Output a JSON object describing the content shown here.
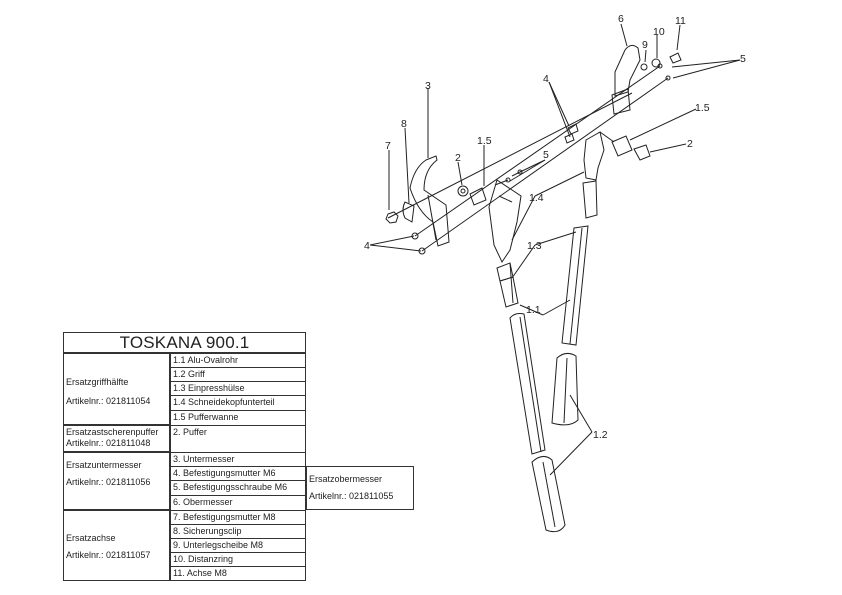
{
  "table": {
    "title": "TOSKANA 900.1",
    "groups": [
      {
        "name": "Ersatzgriffhälfte",
        "article": "Artikelnr.: 021811054"
      },
      {
        "name": "Ersatzastscherenpuffer",
        "article": "Artikelnr.: 021811048"
      },
      {
        "name": "Ersatzuntermesser",
        "article": "Artikelnr.: 021811056"
      },
      {
        "name": "Ersatzachse",
        "article": "Artikelnr.: 021811057"
      },
      {
        "name": "Ersatzobermesser",
        "article": "Artikelnr.: 021811055"
      }
    ],
    "parts": [
      "1.1 Alu-Ovalrohr",
      "1.2 Griff",
      "1.3 Einpresshülse",
      "1.4 Schneidekopfunterteil",
      "1.5 Pufferwanne",
      "2.   Puffer",
      "3.   Untermesser",
      "4.   Befestigungsmutter M6",
      "5.   Befestigungsschraube M6",
      "6.   Obermesser",
      "7.   Befestigungsmutter M8",
      "8.   Sicherungsclip",
      "9.   Unterlegscheibe M8",
      "10. Distanzring",
      "11. Achse M8"
    ]
  },
  "callouts": {
    "c6": "6",
    "c10": "10",
    "c11": "11",
    "c9": "9",
    "c5a": "5",
    "c4a": "4",
    "c15a": "1.5",
    "c2a": "2",
    "c3": "3",
    "c8": "8",
    "c7": "7",
    "c2b": "2",
    "c15b": "1.5",
    "c5b": "5",
    "c14": "1.4",
    "c4b": "4",
    "c13": "1.3",
    "c11b": "1.1",
    "c12": "1.2"
  }
}
